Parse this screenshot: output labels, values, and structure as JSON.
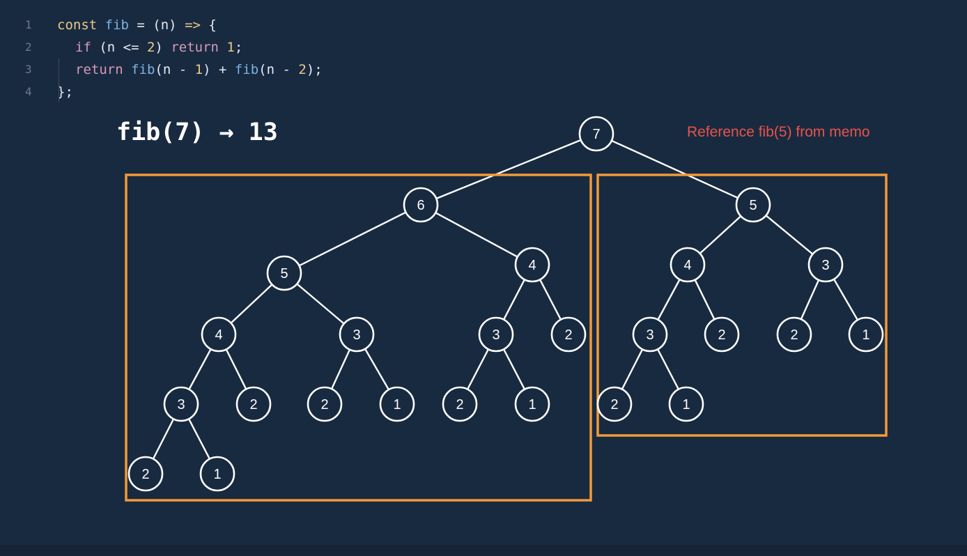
{
  "code": {
    "lines": [
      {
        "number": "1",
        "indent": 0,
        "tokens": [
          {
            "t": "const",
            "c": "kw"
          },
          {
            "t": " ",
            "c": ""
          },
          {
            "t": "fib",
            "c": "fn"
          },
          {
            "t": " = (n) ",
            "c": ""
          },
          {
            "t": "=>",
            "c": "kw"
          },
          {
            "t": " {",
            "c": ""
          }
        ]
      },
      {
        "number": "2",
        "indent": 1,
        "tokens": [
          {
            "t": "if",
            "c": "kw2"
          },
          {
            "t": " (n <= ",
            "c": ""
          },
          {
            "t": "2",
            "c": "num"
          },
          {
            "t": ") ",
            "c": ""
          },
          {
            "t": "return",
            "c": "kw2"
          },
          {
            "t": " ",
            "c": ""
          },
          {
            "t": "1",
            "c": "num"
          },
          {
            "t": ";",
            "c": ""
          }
        ]
      },
      {
        "number": "3",
        "indent": 1,
        "tokens": [
          {
            "t": "return",
            "c": "kw2"
          },
          {
            "t": " ",
            "c": ""
          },
          {
            "t": "fib",
            "c": "fn"
          },
          {
            "t": "(n - ",
            "c": ""
          },
          {
            "t": "1",
            "c": "num"
          },
          {
            "t": ") + ",
            "c": ""
          },
          {
            "t": "fib",
            "c": "fn"
          },
          {
            "t": "(n - ",
            "c": ""
          },
          {
            "t": "2",
            "c": "num"
          },
          {
            "t": ");",
            "c": ""
          }
        ]
      },
      {
        "number": "4",
        "indent": 0,
        "tokens": [
          {
            "t": "};",
            "c": ""
          }
        ]
      }
    ]
  },
  "title": "fib(7) → 13",
  "memo_note": "Reference fib(5) from memo",
  "colors": {
    "background": "#182a40",
    "node_stroke": "#ffffff",
    "box_stroke": "#f29a38",
    "note": "#e8534b"
  },
  "tree": {
    "nodes": [
      {
        "id": "n7",
        "label": "7"
      },
      {
        "id": "n6",
        "label": "6"
      },
      {
        "id": "n5r",
        "label": "5"
      },
      {
        "id": "n5a",
        "label": "5"
      },
      {
        "id": "n4a",
        "label": "4"
      },
      {
        "id": "n4b",
        "label": "4"
      },
      {
        "id": "n3a",
        "label": "3"
      },
      {
        "id": "n3b",
        "label": "3"
      },
      {
        "id": "n2a",
        "label": "2"
      },
      {
        "id": "n3c",
        "label": "3"
      },
      {
        "id": "n2b",
        "label": "2"
      },
      {
        "id": "n2c",
        "label": "2"
      },
      {
        "id": "n1a",
        "label": "1"
      },
      {
        "id": "n2d",
        "label": "2"
      },
      {
        "id": "n1b",
        "label": "1"
      },
      {
        "id": "n2e",
        "label": "2"
      },
      {
        "id": "n1c",
        "label": "1"
      },
      {
        "id": "n4r",
        "label": "4"
      },
      {
        "id": "n3r",
        "label": "3"
      },
      {
        "id": "n3r2",
        "label": "3"
      },
      {
        "id": "n2r1",
        "label": "2"
      },
      {
        "id": "n2r2",
        "label": "2"
      },
      {
        "id": "n1r1",
        "label": "1"
      },
      {
        "id": "n2r3",
        "label": "2"
      },
      {
        "id": "n1r2",
        "label": "1"
      }
    ],
    "edges": [
      [
        "n7",
        "n6"
      ],
      [
        "n7",
        "n5r"
      ],
      [
        "n6",
        "n5a"
      ],
      [
        "n6",
        "n4b"
      ],
      [
        "n5a",
        "n4a"
      ],
      [
        "n5a",
        "n3b"
      ],
      [
        "n4a",
        "n3a"
      ],
      [
        "n4a",
        "n2a"
      ],
      [
        "n3a",
        "n2e"
      ],
      [
        "n3a",
        "n1c"
      ],
      [
        "n3b",
        "n2b"
      ],
      [
        "n3b",
        "n1a"
      ],
      [
        "n4b",
        "n3c"
      ],
      [
        "n4b",
        "n2c"
      ],
      [
        "n3c",
        "n2d"
      ],
      [
        "n3c",
        "n1b"
      ],
      [
        "n5r",
        "n4r"
      ],
      [
        "n5r",
        "n3r"
      ],
      [
        "n4r",
        "n3r2"
      ],
      [
        "n4r",
        "n2r1"
      ],
      [
        "n3r",
        "n2r2"
      ],
      [
        "n3r",
        "n1r1"
      ],
      [
        "n3r2",
        "n2r3"
      ],
      [
        "n3r2",
        "n1r2"
      ]
    ],
    "highlight_boxes": [
      {
        "id": "left-subtree"
      },
      {
        "id": "right-subtree"
      }
    ]
  }
}
